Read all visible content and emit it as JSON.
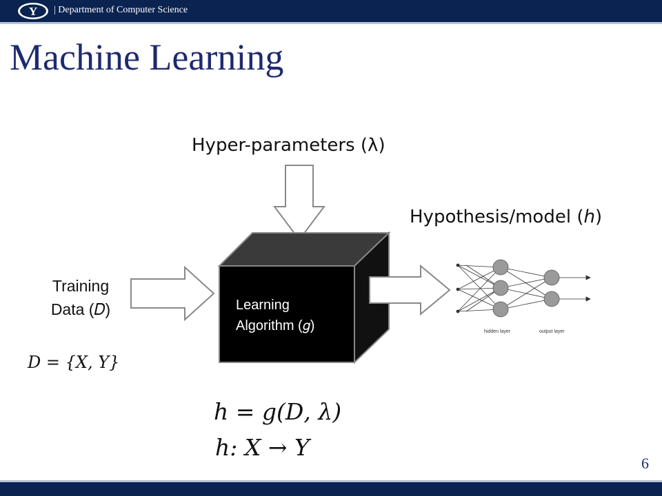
{
  "header": {
    "department": "| Department of Computer Science",
    "logo_letter": "Y"
  },
  "slide": {
    "title": "Machine Learning",
    "page_number": "6"
  },
  "diagram": {
    "hyperparameters_label": "Hyper-parameters (λ)",
    "hypothesis_label": "Hypothesis/model (ℎ)",
    "training_line1": "Training",
    "training_line2": "Data (𝐷)",
    "dataset_equation": "𝐷 = {𝑋, 𝑌}",
    "algorithm_line1": "Learning",
    "algorithm_line2": "Algorithm (𝑔)",
    "nn_hidden_label": "hidden layer",
    "nn_output_label": "output layer"
  },
  "equations": {
    "eq1": "ℎ = 𝑔(𝐷, λ)",
    "eq2": "ℎ: 𝑋 → 𝑌"
  },
  "colors": {
    "navy": "#0a2351",
    "title": "#1e2a6e"
  }
}
